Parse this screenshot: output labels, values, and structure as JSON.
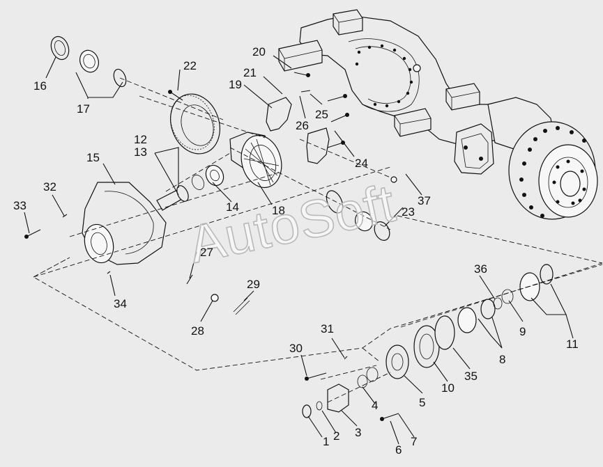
{
  "watermark": "AutoSoft",
  "callouts": {
    "c1": "1",
    "c2": "2",
    "c3": "3",
    "c4": "4",
    "c5": "5",
    "c6": "6",
    "c7": "7",
    "c8": "8",
    "c9": "9",
    "c10": "10",
    "c11": "11",
    "c12": "12",
    "c13": "13",
    "c14": "14",
    "c15": "15",
    "c16": "16",
    "c17": "17",
    "c18": "18",
    "c19": "19",
    "c20": "20",
    "c21": "21",
    "c23": "23",
    "c24": "24",
    "c25": "25",
    "c26": "26",
    "c27": "27",
    "c28": "28",
    "c29": "29",
    "c30": "30",
    "c31": "31",
    "c32": "32",
    "c33": "33",
    "c34": "34",
    "c35": "35",
    "c36": "36",
    "c37": "37"
  }
}
